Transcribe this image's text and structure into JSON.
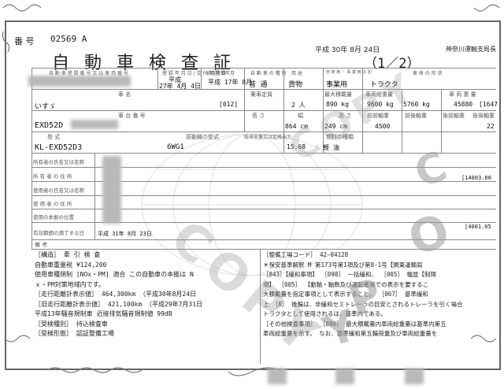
{
  "header": {
    "number_label": "番 号",
    "number_value": "02569 A",
    "title": "自 動 車 検 査 証",
    "date": "平成 30年 8月 24日",
    "page": "（1／2）",
    "issuer": "神奈川運輸支局長"
  },
  "row1": {
    "labels": [
      "自 動 車 登 録 番 号 又 は 車 両 番 号",
      "登 録 年 月 日 / 交 付 年 月 日",
      "初度登録年月",
      "自 動 車 の 種 別",
      "用 途",
      "自 家 用 ・ 事 業 用 の 別",
      "車 体 の 形 状"
    ],
    "reg_era": "平成",
    "reg_date": "27年 4月 4日",
    "first_reg": "平成 17年 8月",
    "type": "普 通",
    "use": "貨物",
    "business": "事業用",
    "body": "トラクタ"
  },
  "row2": {
    "labels": [
      "車 名",
      "乗車定員",
      "最大積載量",
      "車両総重量",
      "車 両 重 量"
    ],
    "maker": "いすゞ",
    "type_code": "[012]",
    "capacity": "2 人",
    "max_load": "890 kg",
    "total": "9600 kg",
    "weight": "5760 kg",
    "weight2": "45880",
    "weight3": "[1647"
  },
  "row3": {
    "labels": [
      "車 台 番 号",
      "長 さ",
      "幅",
      "高 さ",
      "前前軸重",
      "前後軸重",
      "後前軸重",
      "後後軸重"
    ],
    "chassis": "EXD52D",
    "length": "864 cm",
    "width": "249 cm",
    "height": "4500",
    "rear": "22"
  },
  "row4": {
    "labels": [
      "型 式",
      "原動機の型式",
      "総排気量又は定格出力",
      "燃料の種類"
    ],
    "model": "KL-EXD52D3",
    "engine": "6WG1",
    "displacement": "15.68",
    "fuel": "軽 油"
  },
  "owner": {
    "rows": [
      "所有者の氏名又は名称",
      "所 有 者 の 住 所",
      "使用者の氏名又は名称",
      "使 用 者 の 住 所",
      "使用の本拠の位置",
      "有効期間の満了する日"
    ],
    "code1": "[14003.06",
    "code2": "[4001.05",
    "expiry": "平成 31年 8月 23日"
  },
  "remarks": {
    "label": "備 考",
    "left": [
      "［構造］ 牽 引 検 査",
      "自動車重量税 ¥124,200",
      "使用車種規制 [NOx・PM] 適合 この自動車の本拠は N",
      "ｘ・PM対策地域内です。",
      "［走行距離計表示値］ 464,300km （平成30年8月24日",
      "［旧走行距離計表示値］ 421,100km （平成29年7月31日",
      "平成13年騒音規制車 近接排気騒音規制値 99dB",
      "［受検種別］ 持込検査車",
      "［受検形態］ 認証整備工場"
    ],
    "right": [
      "［整備工場コード］ 42-04128",
      "＊保安基準解釈 M 第173号第1項及び第8-1号【関東運輸局",
      "［843］【緩和事項】 ［098］ 一括緩和、 ［005］ 幅並【制限",
      "項】 ［005］ 【動軸・軸数及び運転者席での表示を要するこ",
      "大積載量を指定事項として表示すること。 ［067］ 基準緩和",
      "上 ［0］ 後輪は、非緩和セミトレーラの目安とされるトレーラを引く場合",
      "トラクタとして使用されるは、基準内である。",
      "［その他検査事項］ ［880］ 最大積載量内車両総重量は基準内第五",
      "車両総重量を示す。 なお、基準緩和第五輪荷重及び車両総重量を"
    ]
  },
  "stamps": {
    "letters": [
      "C",
      "O",
      "P",
      "Y"
    ],
    "text": "COPY"
  }
}
